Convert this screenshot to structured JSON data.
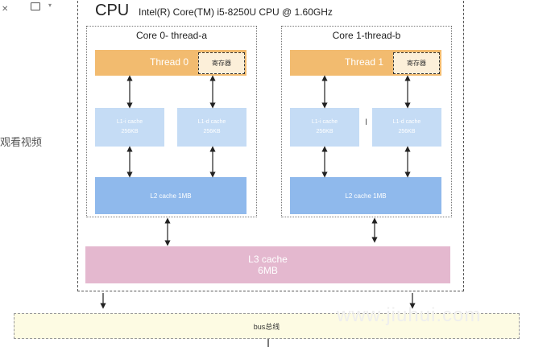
{
  "cpu": {
    "title": "CPU",
    "model": "Intel(R) Core(TM) i5-8250U CPU @ 1.60GHz"
  },
  "cores": [
    {
      "label": "Core 0- thread-a",
      "thread": "Thread 0",
      "register": "寄存器",
      "l1i": [
        "L1-i cache",
        "256KB"
      ],
      "l1d": [
        "L1-d cache",
        "256KB"
      ],
      "l2": "L2 cache 1MB"
    },
    {
      "label": "Core 1-thread-b",
      "thread": "Thread 1",
      "register": "寄存器",
      "l1i": [
        "L1-i cache",
        "256KB"
      ],
      "l1d": [
        "L1-d cache",
        "256KB"
      ],
      "l2": "L2 cache 1MB"
    }
  ],
  "l3": {
    "line1": "L3 cache",
    "line2": "6MB"
  },
  "bus": "bus总线",
  "side_text": "观看视频",
  "watermark": "www.jiuhui.com",
  "colors": {
    "thread": "#f2bb6f",
    "l1": "#c5dcf5",
    "l2": "#8fb9ec",
    "l3": "#e4b8cf",
    "bus": "#fdfbe3"
  }
}
